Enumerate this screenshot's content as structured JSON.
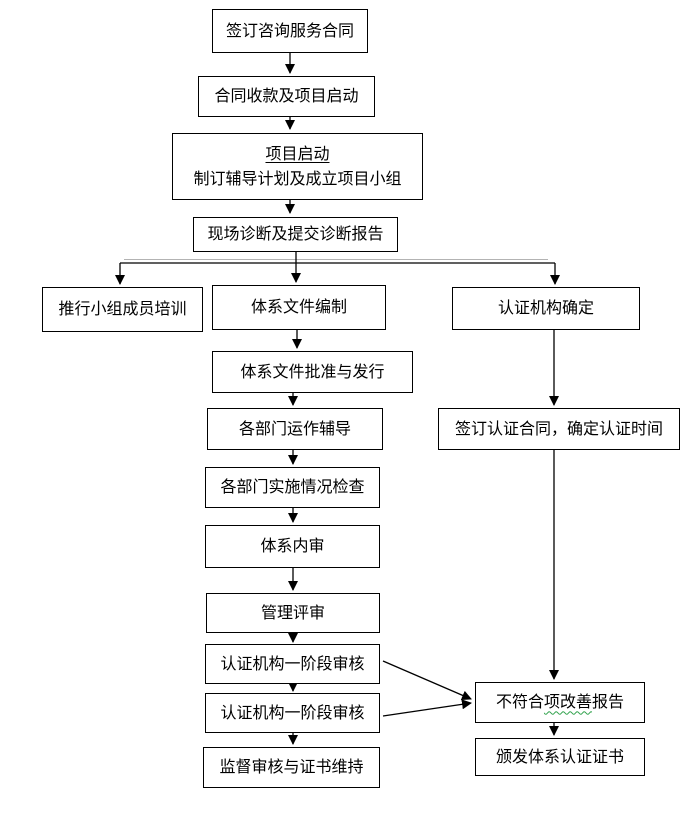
{
  "diagram": {
    "type": "flowchart",
    "language": "zh-CN",
    "background_color": "#ffffff",
    "line_color": "#000000",
    "box_border_color": "#000000",
    "text_color": "#000000",
    "spellcheck_underline_color": "#2fa14b",
    "nodes": {
      "sign_contract": {
        "label": "签订咨询服务合同"
      },
      "payment_start": {
        "label": "合同收款及项目启动"
      },
      "kickoff": {
        "title": "项目启动",
        "subtitle": "制订辅导计划及成立项目小组"
      },
      "diagnosis": {
        "label": "现场诊断及提交诊断报告"
      },
      "training": {
        "label": "推行小组成员培训"
      },
      "doc_compile": {
        "label": "体系文件编制"
      },
      "cert_body": {
        "label": "认证机构确定"
      },
      "doc_approve": {
        "label": "体系文件批准与发行"
      },
      "dept_coach": {
        "label": "各部门运作辅导"
      },
      "cert_contract": {
        "label": "签订认证合同，确定认证时间"
      },
      "dept_check": {
        "label": "各部门实施情况检查"
      },
      "internal_audit": {
        "label": "体系内审"
      },
      "mgmt_review": {
        "label": "管理评审"
      },
      "stage1_audit_1": {
        "label": "认证机构一阶段审核"
      },
      "stage1_audit_2": {
        "label": "认证机构一阶段审核"
      },
      "surveillance": {
        "label": "监督审核与证书维持"
      },
      "nonconformity": {
        "prefix": "不符合",
        "wavy_part": "项改善",
        "suffix": "报告"
      },
      "issue_cert": {
        "label": "颁发体系认证证书"
      }
    },
    "edges": [
      {
        "from": "sign_contract",
        "to": "payment_start"
      },
      {
        "from": "payment_start",
        "to": "kickoff"
      },
      {
        "from": "kickoff",
        "to": "diagnosis"
      },
      {
        "from": "diagnosis",
        "to": "training"
      },
      {
        "from": "diagnosis",
        "to": "doc_compile"
      },
      {
        "from": "diagnosis",
        "to": "cert_body"
      },
      {
        "from": "doc_compile",
        "to": "doc_approve"
      },
      {
        "from": "doc_approve",
        "to": "dept_coach"
      },
      {
        "from": "dept_coach",
        "to": "dept_check"
      },
      {
        "from": "dept_check",
        "to": "internal_audit"
      },
      {
        "from": "internal_audit",
        "to": "mgmt_review"
      },
      {
        "from": "mgmt_review",
        "to": "stage1_audit_1"
      },
      {
        "from": "stage1_audit_1",
        "to": "stage1_audit_2"
      },
      {
        "from": "stage1_audit_2",
        "to": "surveillance"
      },
      {
        "from": "cert_body",
        "to": "cert_contract"
      },
      {
        "from": "cert_contract",
        "to": "nonconformity"
      },
      {
        "from": "stage1_audit_1",
        "to": "nonconformity"
      },
      {
        "from": "stage1_audit_2",
        "to": "nonconformity"
      },
      {
        "from": "nonconformity",
        "to": "issue_cert"
      }
    ]
  }
}
